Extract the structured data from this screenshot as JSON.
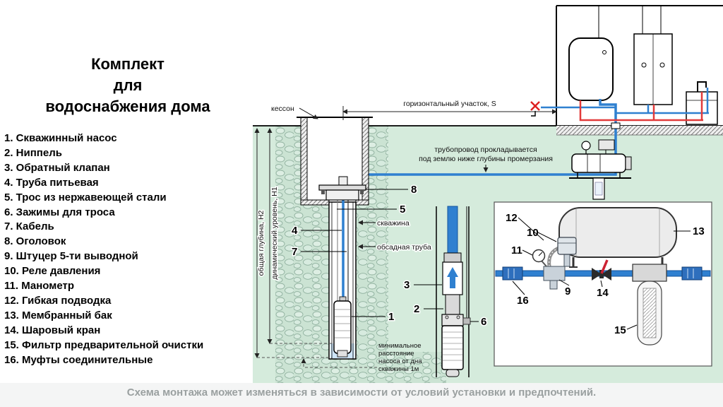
{
  "title": [
    "Комплект",
    "для",
    "водоснабжения дома"
  ],
  "legend": [
    "1. Скважинный насос",
    "2. Ниппель",
    "3. Обратный клапан",
    "4. Труба питьевая",
    "5. Трос из нержавеющей стали",
    "6. Зажимы для троса",
    "7. Кабель",
    "8. Оголовок",
    "9. Штуцер 5-ти выводной",
    "10. Реле давления",
    "11. Манометр",
    "12. Гибкая подводка",
    "13. Мембранный бак",
    "14. Шаровый кран",
    "15. Фильтр предварительной очистки",
    "16. Муфты соединительные"
  ],
  "labels": {
    "kesson": "кессон",
    "horizontal_section": "горизонтальный участок, S",
    "pipeline_note_1": "трубопровод прокладывается",
    "pipeline_note_2": "под землю ниже глубины промерзания",
    "total_depth": "общая глубина, Н2",
    "dynamic_level": "динамический уровень, Н1",
    "well": "скважина",
    "casing": "обсадная труба",
    "min_distance_1": "минимальное",
    "min_distance_2": "расстояние",
    "min_distance_3": "насоса от дна",
    "min_distance_4": "скважины 1м"
  },
  "callouts": {
    "pump": "1",
    "nipple": "2",
    "check_valve": "3",
    "drinking_pipe": "4",
    "steel_cable": "5",
    "cable_clamps": "6",
    "cable": "7",
    "wellhead": "8",
    "five_way_fitting": "9",
    "pressure_relay": "10",
    "pressure_gauge": "11",
    "flexible_hose": "12",
    "membrane_tank": "13",
    "ball_valve": "14",
    "pre_filter": "15",
    "couplings": "16"
  },
  "footer": "Схема монтажа может изменяться в зависимости от условий установки и предпочтений.",
  "colors": {
    "ground_green": "#d5ebdc",
    "cold_water": "#2f80d0",
    "hot_water": "#e23b3b"
  }
}
